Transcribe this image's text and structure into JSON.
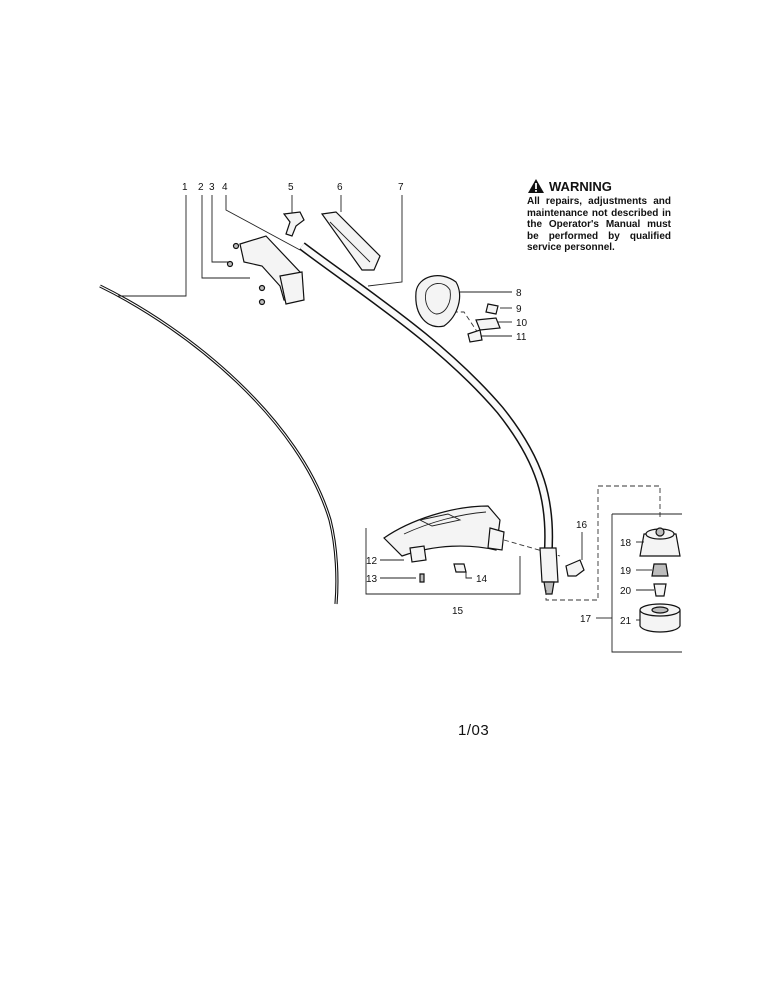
{
  "warning": {
    "title": "WARNING",
    "body": "All repairs, adjustments and maintenance not described in the Operator's Manual must be performed by qualified service personnel.",
    "icon": "warning-triangle-icon"
  },
  "revision": "1/03",
  "callouts": [
    "1",
    "2",
    "3",
    "4",
    "5",
    "6",
    "7",
    "8",
    "9",
    "10",
    "11",
    "12",
    "13",
    "14",
    "15",
    "16",
    "17",
    "18",
    "19",
    "20",
    "21"
  ]
}
